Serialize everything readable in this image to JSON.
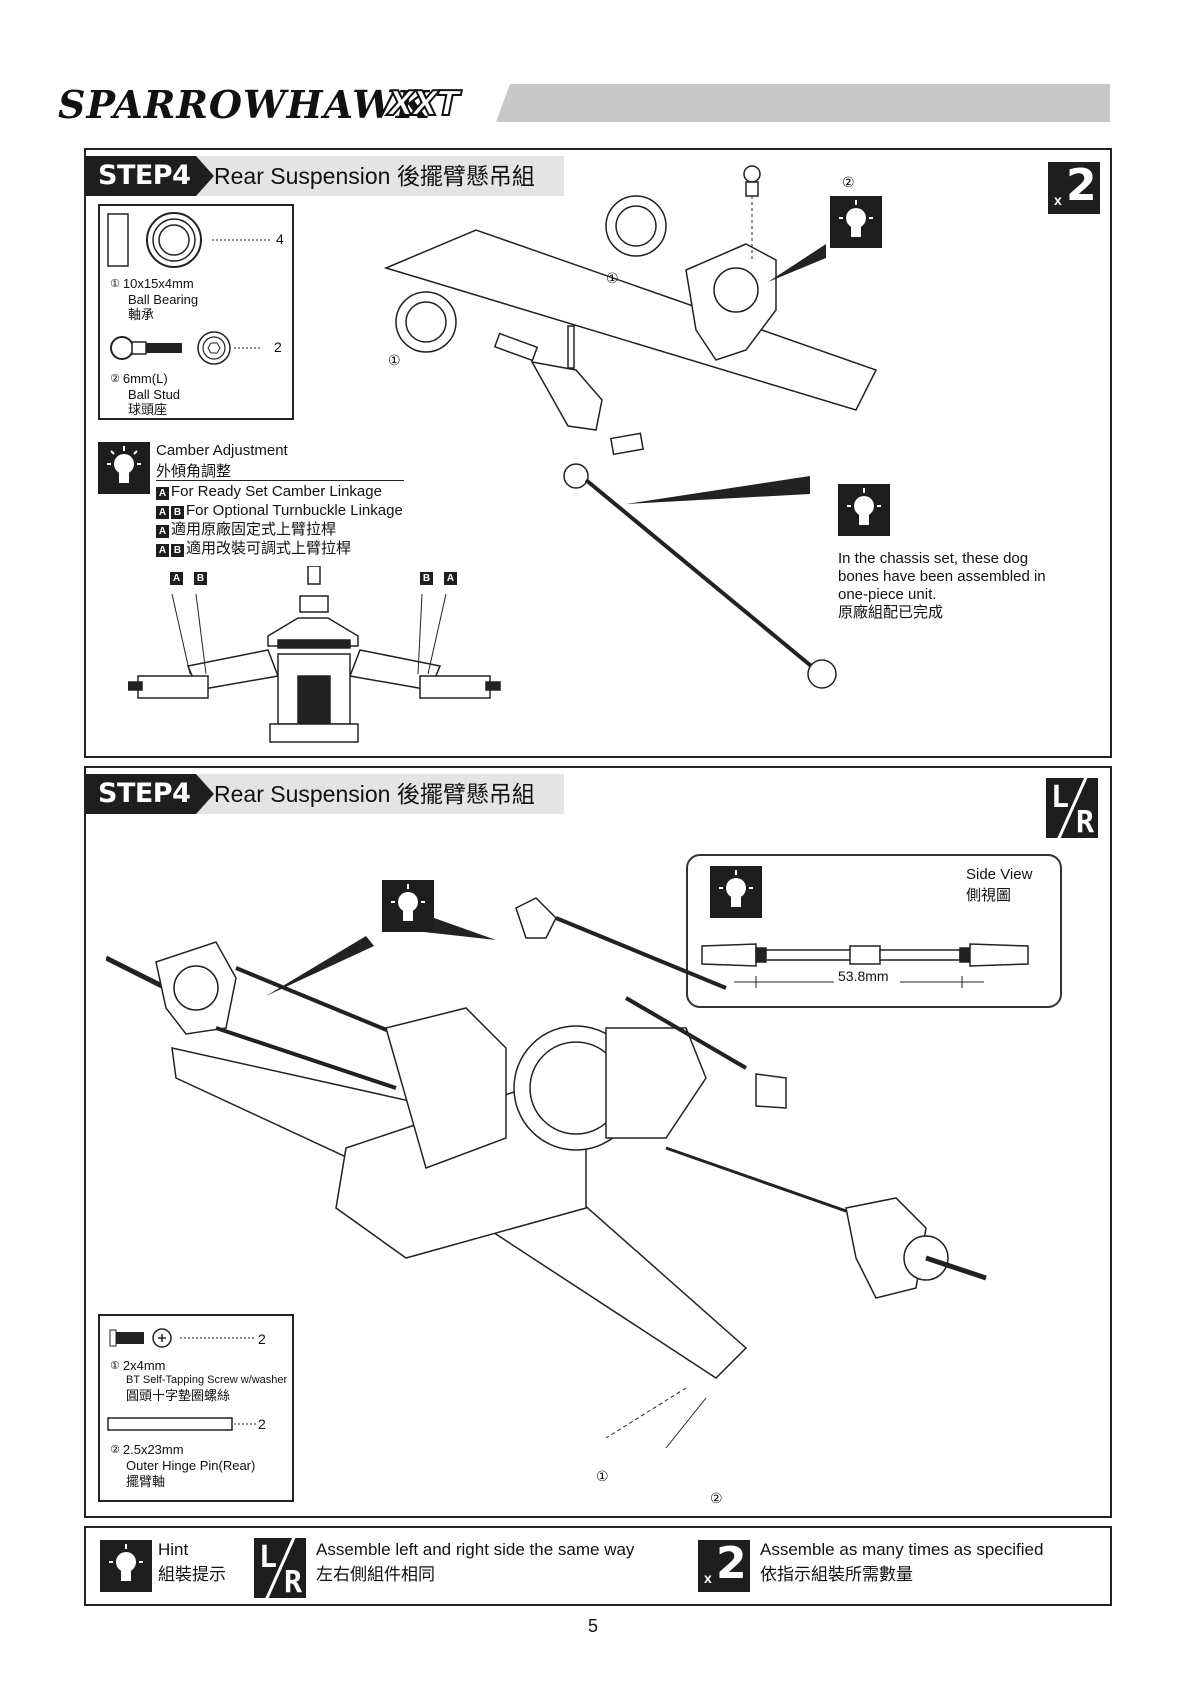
{
  "header": {
    "brand": "SPARROWHAWK",
    "model": "XXT"
  },
  "step_a": {
    "badge": "STEP4",
    "title": "Rear Suspension 後擺臂懸吊組",
    "multiplier_prefix": "x",
    "multiplier": "2",
    "parts": [
      {
        "num": "①",
        "qty": "4",
        "size": "10x15x4mm",
        "name_en": "Ball Bearing",
        "name_zh": "軸承"
      },
      {
        "num": "②",
        "qty": "2",
        "size": "6mm(L)",
        "name_en": "Ball Stud",
        "name_zh": "球頭座"
      }
    ],
    "camber": {
      "title_en": "Camber Adjustment",
      "title_zh": "外傾角調整",
      "line1_badge": "A",
      "line1": "For Ready Set Camber Linkage",
      "line2_badge_a": "A",
      "line2_badge_b": "B",
      "line2": "For Optional Turnbuckle Linkage",
      "line3_badge": "A",
      "line3": "適用原廠固定式上臂拉桿",
      "line4_badge_a": "A",
      "line4_badge_b": "B",
      "line4": "適用改裝可調式上臂拉桿"
    },
    "diagram_labels": {
      "bearing_left": "①",
      "bearing_right": "①",
      "stud": "②",
      "a_left": "A",
      "b_left": "B",
      "b_right": "B",
      "a_right": "A"
    },
    "note": {
      "line1": "In the chassis set, these dog",
      "line2": "bones have been assembled in",
      "line3": "one-piece unit.",
      "line4": "原廠組配已完成"
    }
  },
  "step_b": {
    "badge": "STEP4",
    "title": "Rear Suspension 後擺臂懸吊組",
    "lr_left": "L",
    "lr_right": "R",
    "side_view": {
      "title_en": "Side View",
      "title_zh": "側視圖",
      "dimension": "53.8mm"
    },
    "parts": [
      {
        "num": "①",
        "qty": "2",
        "size": "2x4mm",
        "name_en": "BT Self-Tapping Screw w/washer",
        "name_zh": "圓頭十字墊圈螺絲"
      },
      {
        "num": "②",
        "qty": "2",
        "size": "2.5x23mm",
        "name_en": "Outer Hinge Pin(Rear)",
        "name_zh": "擺臂軸"
      }
    ],
    "diagram_labels": {
      "screw": "①",
      "pin": "②"
    }
  },
  "legend": {
    "hint_en": "Hint",
    "hint_zh": "組裝提示",
    "lr_en": "Assemble left and right side the same way",
    "lr_zh": "左右側組件相同",
    "mult_en": "Assemble as many times as specified",
    "mult_zh": "依指示組裝所需數量",
    "lr_left": "L",
    "lr_right": "R",
    "mult_prefix": "x",
    "mult_num": "2"
  },
  "page_number": "5"
}
